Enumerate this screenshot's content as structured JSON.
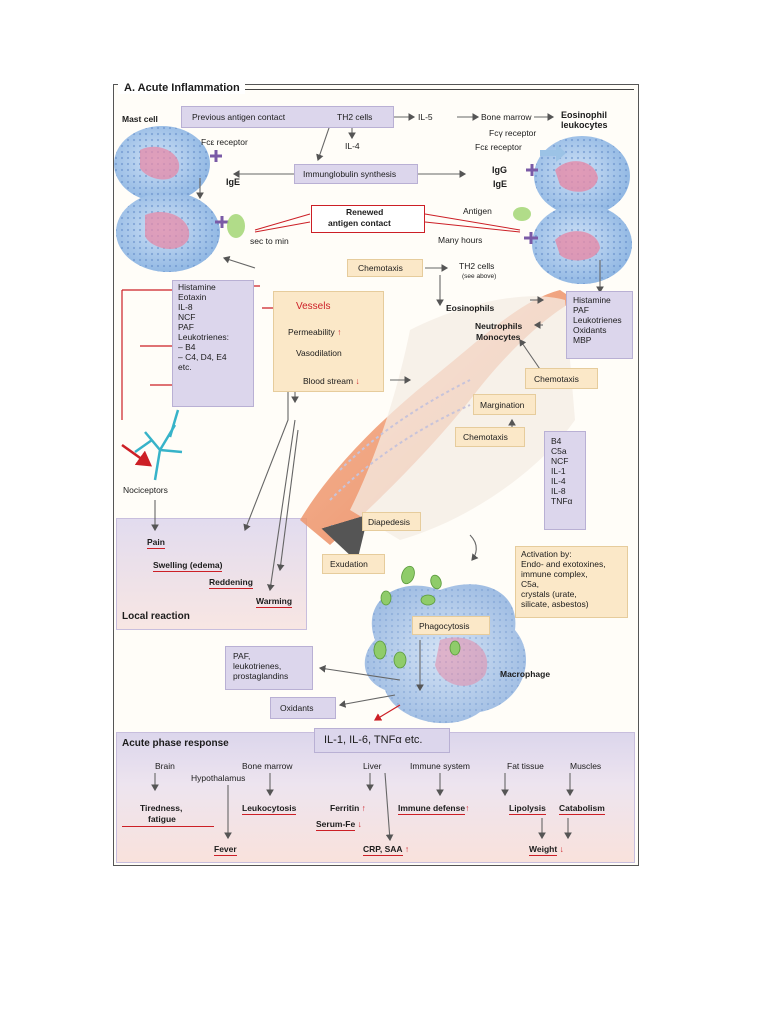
{
  "title": "A. Acute Inflammation",
  "labels": {
    "mast_cell": "Mast cell",
    "previous_antigen": "Previous antigen contact",
    "th2_cells": "TH2 cells",
    "il5": "IL-5",
    "bone_marrow_top": "Bone marrow",
    "eosinophil_leukocytes_1": "Eosinophil",
    "eosinophil_leukocytes_2": "leukocytes",
    "fce_receptor_left": "Fcε receptor",
    "fcy_receptor_right": "Fcγ receptor",
    "fce_receptor_right": "Fcε receptor",
    "il4": "IL-4",
    "ige_left": "IgE",
    "ige_right": "IgE",
    "igg": "IgG",
    "immunoglobulin_synthesis": "Immunglobulin synthesis",
    "renewed_1": "Renewed",
    "renewed_2": "antigen contact",
    "antigen": "Antigen",
    "sec_to_min": "sec to min",
    "many_hours": "Many hours",
    "chemotaxis_top": "Chemotaxis",
    "th2_cells_2": "TH2 cells",
    "see_above": "(see above)",
    "eosinophils": "Eosinophils",
    "neutrophils": "Neutrophils",
    "monocytes": "Monocytes",
    "vessels": "Vessels",
    "permeability": "Permeability",
    "vasodilation": "Vasodilation",
    "blood_stream": "Blood stream",
    "chemotaxis_right": "Chemotaxis",
    "margination": "Margination",
    "chemotaxis_mid": "Chemotaxis",
    "nociceptors": "Nociceptors",
    "diapedesis": "Diapedesis",
    "exudation": "Exudation",
    "phagocytosis": "Phagocytosis",
    "macrophage": "Macrophage",
    "oxidants": "Oxidants",
    "il_box": "IL-1, IL-6, TNFα  etc."
  },
  "mediator_list": [
    "Histamine",
    "Eotaxin",
    "IL-8",
    "NCF",
    "PAF",
    "Leukotrienes:",
    "– B4",
    "– C4, D4, E4",
    "  etc."
  ],
  "eosinophil_list": [
    "Histamine",
    "PAF",
    "Leukotrienes",
    "Oxidants",
    "MBP"
  ],
  "chemotactic_list": [
    "B4",
    "C5a",
    "NCF",
    "IL-1",
    "IL-4",
    "IL-8",
    "TNFα"
  ],
  "activation_list": [
    "Activation by:",
    "Endo- and exotoxines,",
    "immune complex,",
    "C5a,",
    "crystals (urate,",
    "silicate, asbestos)"
  ],
  "paf_list": [
    "PAF,",
    "leukotrienes,",
    "prostaglandins"
  ],
  "local_reaction": {
    "title": "Local reaction",
    "pain": "Pain",
    "swelling": "Swelling (edema)",
    "reddening": "Reddening",
    "warming": "Warming"
  },
  "acute_phase": {
    "title": "Acute phase response",
    "brain": "Brain",
    "bone_marrow": "Bone marrow",
    "hypothalamus": "Hypothalamus",
    "liver": "Liver",
    "immune_system": "Immune system",
    "fat_tissue": "Fat tissue",
    "muscles": "Muscles",
    "tiredness_1": "Tiredness,",
    "tiredness_2": "fatigue",
    "leukocytosis": "Leukocytosis",
    "ferritin": "Ferritin",
    "serum_fe": "Serum-Fe",
    "immune_defense": "Immune defense",
    "lipolysis": "Lipolysis",
    "catabolism": "Catabolism",
    "fever": "Fever",
    "crp_saa": "CRP, SAA",
    "weight": "Weight"
  },
  "colors": {
    "lavender": "#dcd6ec",
    "tan": "#fbe8c8",
    "red": "#cc1f26",
    "cell_blue": "#a9c8ea",
    "nucleus_pink": "#e58aa8",
    "tissue_orange": "#ef9463"
  },
  "icons": [
    "mast-cell",
    "eosinophil-cell",
    "macrophage-cell",
    "nociceptor-nerve",
    "vessel-wall",
    "bacteria"
  ]
}
